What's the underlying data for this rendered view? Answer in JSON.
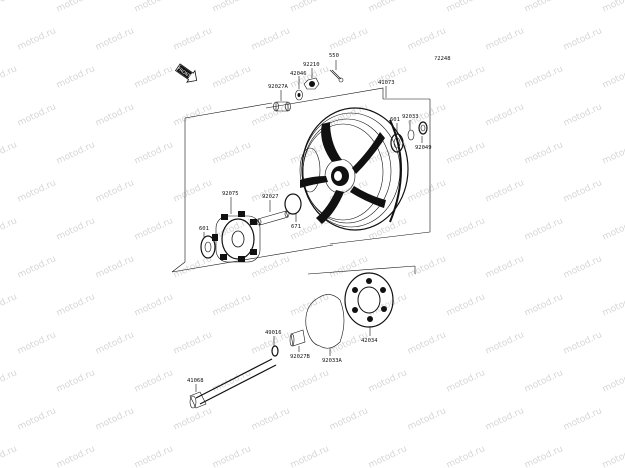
{
  "diagram": {
    "figure_code": "?2248",
    "front_marker": "FRONT",
    "watermark_text": "motod.ru",
    "part_labels": {
      "p550": "550",
      "p92210": "92210",
      "p42046": "42046",
      "p92027a": "92027A",
      "p41073": "41073",
      "p601_right": "601",
      "p92033": "92033",
      "p92049": "92049",
      "p92075": "92075",
      "p92027": "92027",
      "p601_left": "601",
      "p671": "671",
      "p49016": "49016",
      "p92027b": "92027B",
      "p92033a": "92033A",
      "p42034": "42034",
      "p41068": "41068"
    }
  }
}
